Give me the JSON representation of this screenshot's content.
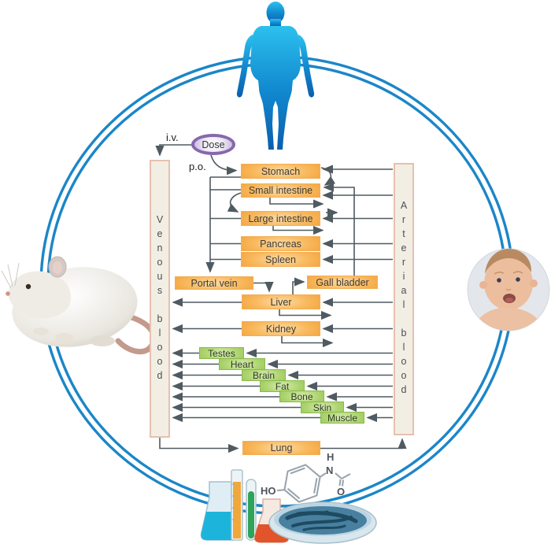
{
  "route": {
    "iv": "i.v.",
    "po": "p.o.",
    "dose": "Dose"
  },
  "columns": {
    "venous": "Venous blood",
    "arterial": "Arterial blood"
  },
  "organs": {
    "stomach": "Stomach",
    "small_intestine": "Small intestine",
    "large_intestine": "Large intestine",
    "pancreas": "Pancreas",
    "spleen": "Spleen",
    "portal_vein": "Portal vein",
    "gall_bladder": "Gall bladder",
    "liver": "Liver",
    "kidney": "Kidney",
    "lung": "Lung"
  },
  "tissues": {
    "testes": "Testes",
    "heart": "Heart",
    "brain": "Brain",
    "fat": "Fat",
    "bone": "Bone",
    "skin": "Skin",
    "muscle": "Muscle"
  },
  "molecule": {
    "ho": "HO",
    "h": "H",
    "n": "N",
    "o": "O"
  },
  "colors": {
    "organ_box": "#F6A230",
    "tissue_box": "#9CC95B",
    "ring_blue": "#1B86C8",
    "bar_fill": "#F2EEE3",
    "bar_border": "#E7C0B0",
    "arrow": "#4F5A61",
    "dose_purple": "#8767AE",
    "human_blue": "#0E7CC0"
  }
}
